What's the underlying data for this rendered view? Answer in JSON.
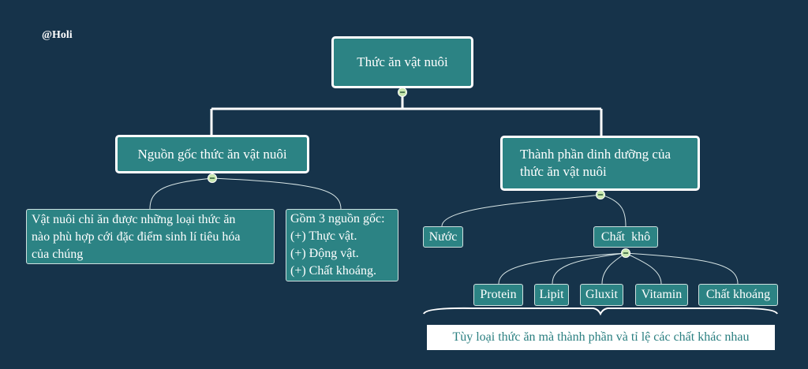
{
  "watermark": "@Holi",
  "root": {
    "label": "Thức ăn vật nuôi"
  },
  "left_branch": {
    "label": "Nguồn gốc thức ăn vật nuôi",
    "children": [
      {
        "label": "Vật nuôi chỉ ăn được những loại thức ăn\nnào phù hợp cới đặc điểm sinh lí tiêu hóa\ncủa chúng"
      },
      {
        "label": "Gồm 3 nguồn gốc:\n(+) Thực vật.\n(+) Động vật.\n(+) Chất khoáng."
      }
    ]
  },
  "right_branch": {
    "label": "Thành phần dinh dưỡng của\nthức ăn vật nuôi",
    "children": [
      {
        "label": "Nước"
      },
      {
        "label": "Chất  khô"
      }
    ],
    "chat_kho_children": [
      "Protein",
      "Lipit",
      "Gluxit",
      "Vitamin",
      "Chất khoáng"
    ],
    "note": "Tùy loại thức ăn mà thành phần và tỉ lệ các chất khác nhau"
  },
  "colors": {
    "background": "#16334a",
    "node": "#2c8384",
    "connector": "#ffffff",
    "toggle": "#c9e8b0"
  }
}
